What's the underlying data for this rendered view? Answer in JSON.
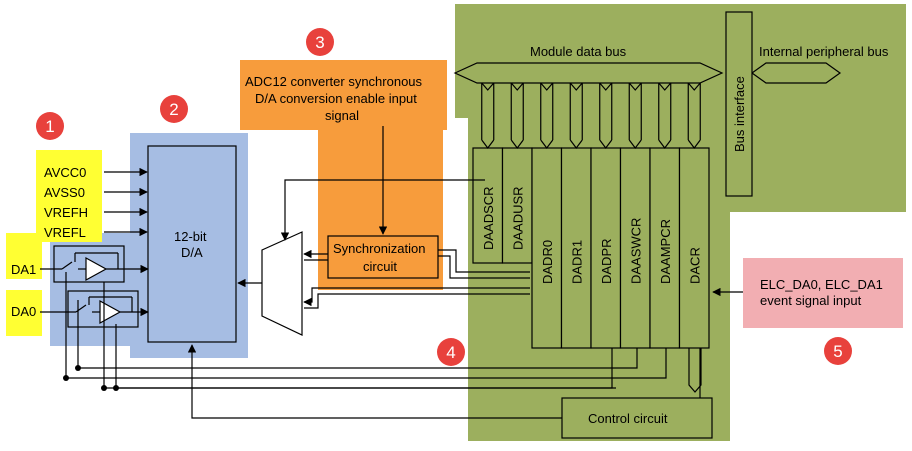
{
  "colors": {
    "module_area": "#9caf5e",
    "da_block": "#a6bde3",
    "sync_input_area": "#f79c3c",
    "ref_pins": "#ffff33",
    "event_input": "#f2aeb2",
    "badge": "#e8413c",
    "line": "#000000"
  },
  "labels": {
    "module_data_bus": "Module data bus",
    "internal_peripheral_bus": "Internal peripheral bus",
    "bus_interface": "Bus interface",
    "adc_sync_line1": "ADC12 converter synchronous",
    "adc_sync_line2": "D/A conversion enable input",
    "adc_sync_line3": "signal",
    "sync_circuit_line1": "Synchronization",
    "sync_circuit_line2": "circuit",
    "da_line1": "12-bit",
    "da_line2": "D/A",
    "event_line1": "ELC_DA0, ELC_DA1",
    "event_line2": "event signal input",
    "control_circuit": "Control circuit"
  },
  "ref_pins": [
    "AVCC0",
    "AVSS0",
    "VREFH",
    "VREFL"
  ],
  "outputs": [
    "DA1",
    "DA0"
  ],
  "registers": [
    "DAADSCR",
    "DAADUSR",
    "DADR0",
    "DADR1",
    "DADPR",
    "DAASWCR",
    "DAAMPCR",
    "DACR"
  ],
  "badges": [
    "1",
    "2",
    "3",
    "4",
    "5"
  ]
}
